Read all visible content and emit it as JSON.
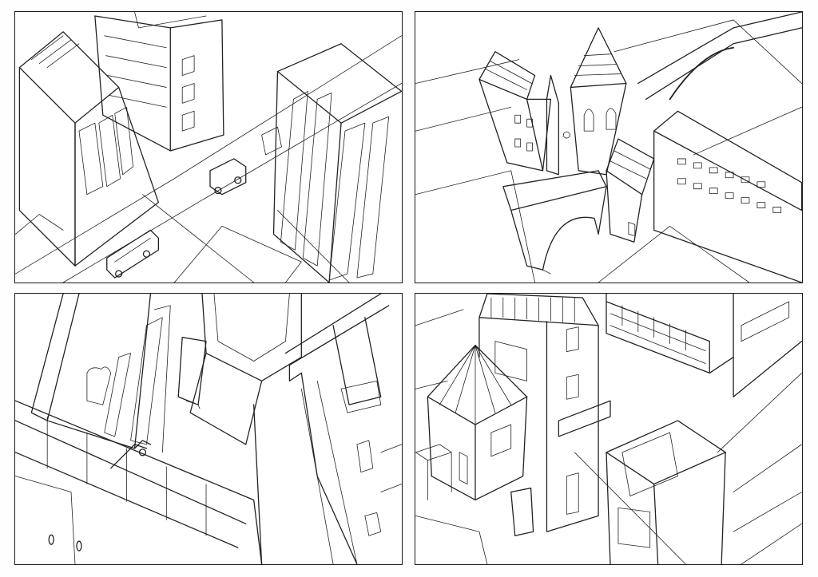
{
  "sheet": {
    "panels": [
      {
        "id": "p1",
        "view": "city-intersection-birds-eye"
      },
      {
        "id": "p2",
        "view": "church-and-arch-bridge-birds-eye"
      },
      {
        "id": "p3",
        "view": "street-worms-eye"
      },
      {
        "id": "p4",
        "view": "houses-birds-eye"
      }
    ]
  },
  "colors": {
    "line": "#222222",
    "paper": "#ffffff",
    "border": "#1a1a1a"
  }
}
